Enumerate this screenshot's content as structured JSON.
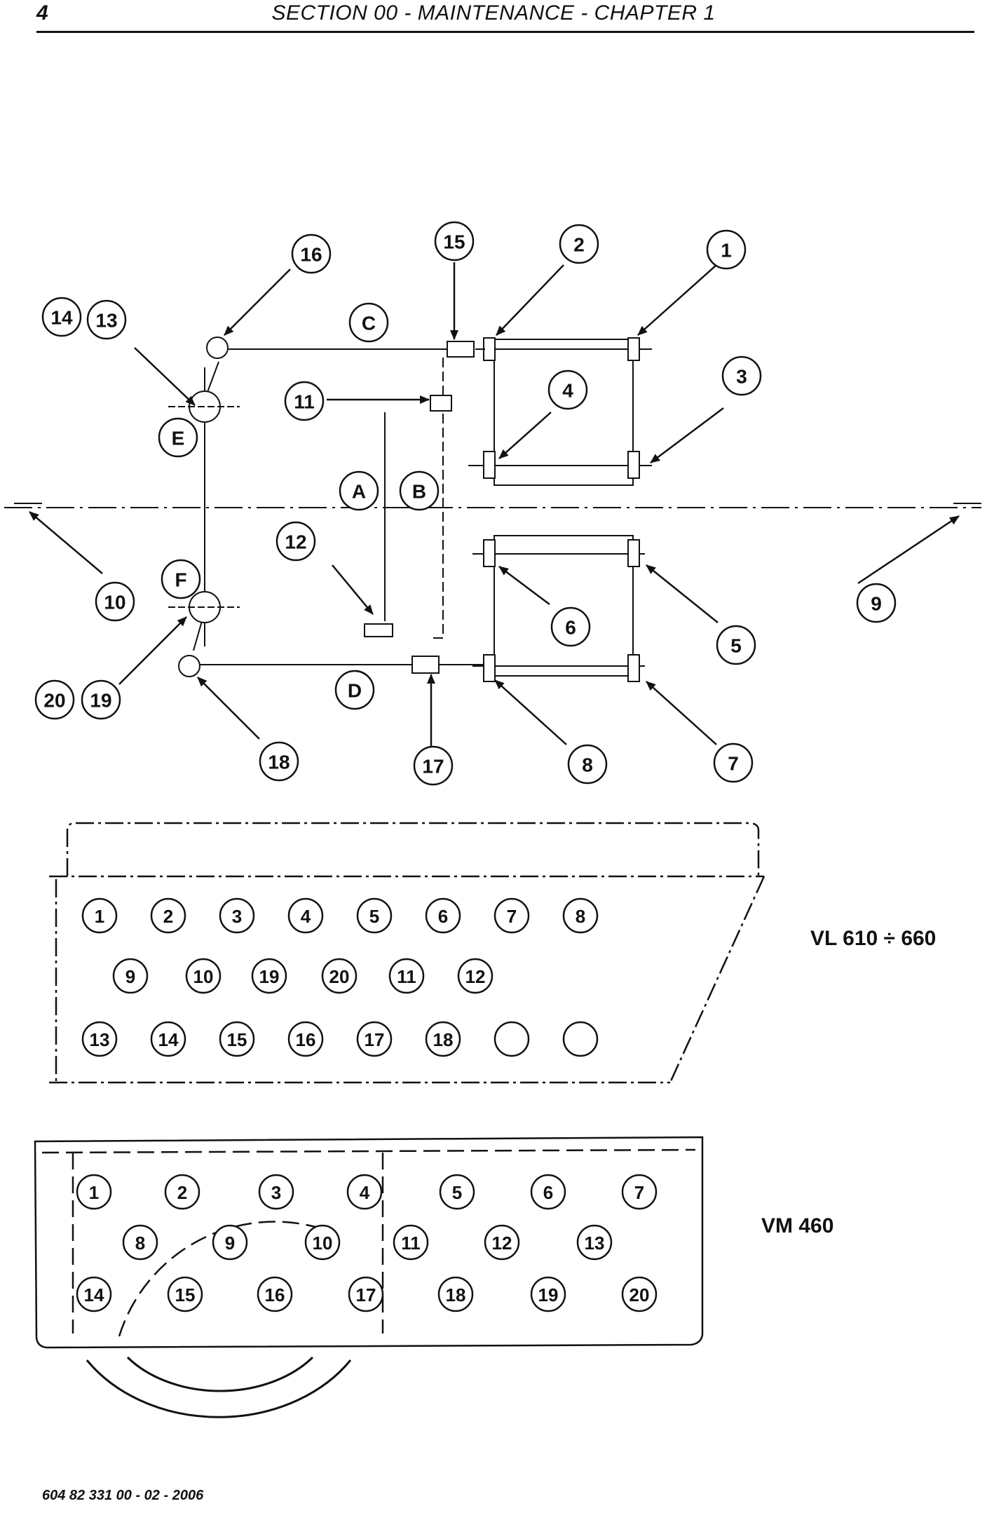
{
  "header": {
    "page_number": "4",
    "title": "SECTION 00 - MAINTENANCE - CHAPTER 1"
  },
  "wiring_diagram": {
    "callout_numbers": [
      "1",
      "2",
      "3",
      "4",
      "5",
      "6",
      "7",
      "8",
      "9",
      "10",
      "11",
      "12",
      "13",
      "14",
      "15",
      "16",
      "17",
      "18",
      "19",
      "20"
    ],
    "circuit_letters": [
      "A",
      "B",
      "C",
      "D",
      "E",
      "F"
    ]
  },
  "connector_vl": {
    "model_label": "VL 610 ÷ 660",
    "row1": [
      "1",
      "2",
      "3",
      "4",
      "5",
      "6",
      "7",
      "8"
    ],
    "row2": [
      "9",
      "10",
      "19",
      "20",
      "11",
      "12"
    ],
    "row3": [
      "13",
      "14",
      "15",
      "16",
      "17",
      "18",
      "",
      ""
    ]
  },
  "connector_vm": {
    "model_label": "VM 460",
    "row1": [
      "1",
      "2",
      "3",
      "4",
      "5",
      "6",
      "7"
    ],
    "row2": [
      "8",
      "9",
      "10",
      "11",
      "12",
      "13"
    ],
    "row3": [
      "14",
      "15",
      "16",
      "17",
      "18",
      "19",
      "20"
    ]
  },
  "footer": {
    "doc_ref": "604 82 331 00 - 02 - 2006"
  }
}
